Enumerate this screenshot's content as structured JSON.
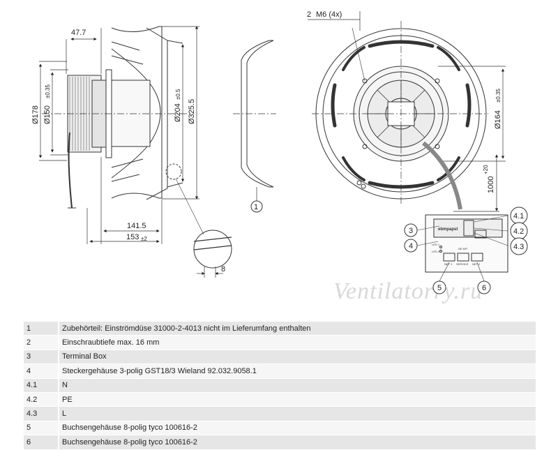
{
  "watermark": "Ventilatorry.ru",
  "side_view": {
    "dim_top": "47.7",
    "dim_178": "Ø178",
    "dim_150": "Ø150",
    "dim_150_tol": "±0.35",
    "dim_204": "Ø204",
    "dim_204_tol": "±0.5",
    "dim_325": "Ø325.5",
    "dim_141": "141.5",
    "dim_153": "153",
    "dim_153_tol": "±2",
    "dim_detail": "8"
  },
  "front_view": {
    "m6": "M6 (4x)",
    "m6_callout": "2",
    "dim_164": "Ø164",
    "dim_164_tol": "±0.35",
    "dim_1000": "1000",
    "dim_1000_tol": "+20",
    "brand": "ebmpapst",
    "box_labels": [
      "LED 1",
      "LED 2",
      "SE MIT",
      "NET 1",
      "SERVICE",
      "NET 2"
    ]
  },
  "callouts": {
    "c1": "1",
    "c3": "3",
    "c4": "4",
    "c41": "4.1",
    "c42": "4.2",
    "c43": "4.3",
    "c5": "5",
    "c6": "6"
  },
  "legend": [
    {
      "key": "1",
      "text": "Zubehörteil: Einströmdüse 31000-2-4013 nicht im Lieferumfang enthalten"
    },
    {
      "key": "2",
      "text": "Einschraubtiefe max. 16 mm"
    },
    {
      "key": "3",
      "text": "Terminal Box"
    },
    {
      "key": "4",
      "text": "Steckergehäuse 3-polig GST18/3 Wieland 92.032.9058.1"
    },
    {
      "key": "4.1",
      "text": "N"
    },
    {
      "key": "4.2",
      "text": "PE"
    },
    {
      "key": "4.3",
      "text": "L"
    },
    {
      "key": "5",
      "text": "Buchsengehäuse 8-polig tyco 100616-2"
    },
    {
      "key": "6",
      "text": "Buchsengehäuse 8-polig tyco 100616-2"
    }
  ]
}
